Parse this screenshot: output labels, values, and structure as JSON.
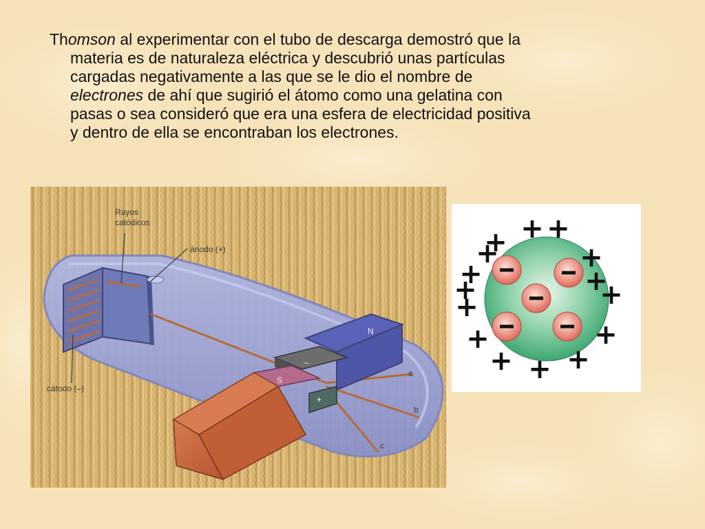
{
  "text": {
    "lines": [
      [
        "Th",
        "omson",
        " al experimentar con el tubo de descarga demostró que la"
      ],
      [
        "materia es de naturaleza eléctrica y descubrió unas partículas"
      ],
      [
        "cargadas negativamente a las que se le dio el nombre de"
      ],
      [
        "electrones",
        " de ahí que sugirió el átomo como una gelatina con"
      ],
      [
        "pasas o sea consideró  que era una esfera de electricidad positiva"
      ],
      [
        "y dentro de ella se encontraban los electrones."
      ]
    ]
  },
  "tube_diagram": {
    "rays_label_1": "Rayos",
    "rays_label_2": "catódicos",
    "anode_label": "ánodo (+)",
    "cathode_label": "cátodo (–)",
    "north_label": "N",
    "south_label": "S",
    "minus_plate_label": "–",
    "plus_plate_label": "+",
    "path_a": "a",
    "path_b": "b",
    "path_c": "c"
  },
  "atom_diagram": {
    "positive_symbol": "+",
    "negative_symbol": "–",
    "electron_count": 5,
    "positive_charge_count": 15
  },
  "colors": {
    "background": "#f7e6bf",
    "tube_panel_bg": "#d9b773",
    "tube_glass": "#9fa8dc",
    "magnet": "#c8643e",
    "atom_sphere": "#6cc394",
    "electron": "#e8867a"
  }
}
